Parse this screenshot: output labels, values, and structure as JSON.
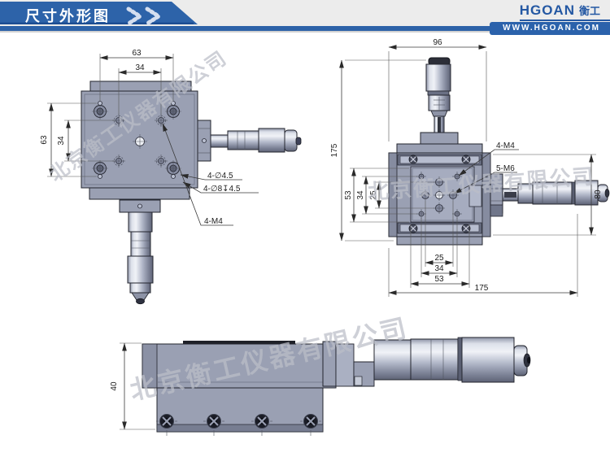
{
  "header": {
    "title": "尺寸外形图",
    "brand": "HGOAN",
    "brand_cn": "衡工",
    "website": "WWW.HGOAN.COM"
  },
  "watermark": {
    "text": "北京衡工仪器有限公司"
  },
  "colors": {
    "header_blue": "#2d62a8",
    "body_gray": "#9aa0b3",
    "watermark_gray": "#bbbec8",
    "line_dark": "#3a3a3a"
  },
  "drawings": {
    "top_view": {
      "dim_width_outer": "63",
      "dim_width_inner": "34",
      "dim_height_outer": "63",
      "dim_height_inner": "34",
      "label_through_holes": "4-∅4.5",
      "label_counterbore": "4-∅8↧4.5",
      "label_tapped_m4": "4-M4"
    },
    "front_view": {
      "dim_top_width": "96",
      "dim_total_height": "175",
      "dim_left_53": "53",
      "dim_left_34": "34",
      "dim_left_25": "25",
      "dim_right_height": "80",
      "dim_bottom_25": "25",
      "dim_bottom_34": "34",
      "dim_bottom_53": "53",
      "dim_total_width": "175",
      "label_tapped_m4": "4-M4",
      "label_tapped_m6": "5-M6"
    },
    "side_view": {
      "dim_height": "40"
    }
  }
}
